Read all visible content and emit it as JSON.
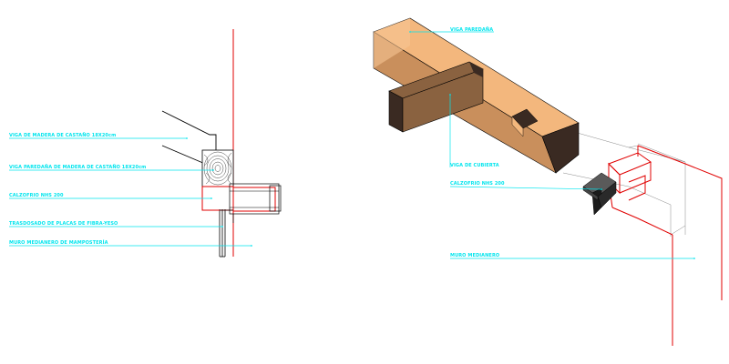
{
  "colors": {
    "annotation": "#00e5ee",
    "outline_red": "#e00000",
    "beam_light": "#f3b77d",
    "beam_mid": "#c98f5c",
    "beam_dark": "#3a2a22",
    "purlin_face": "#8a6240",
    "wood_grain": "#444444",
    "steel_dark": "#2a2a2a",
    "line_black": "#000000"
  },
  "section_view": {
    "labels": {
      "chestnut_beam": "VIGA DE MADERA DE CASTAÑO 18X20cm",
      "wall_plate": "VIGA PAREDAÑA DE MADERA DE CASTAÑO 18X20cm",
      "angle_support": "CALZOFRIO NHS 200",
      "fiber_board": "TRASDOSADO DE PLACAS DE FIBRA-YESO",
      "masonry_wall": "MURO MEDIANERO DE MAMPOSTERÍA"
    }
  },
  "isometric_view": {
    "labels": {
      "wall_plate": "VIGA PAREDAÑA",
      "roof_beam": "VIGA DE CUBIERTA",
      "angle_support": "CALZOFRIO NHS 200",
      "party_wall": "MURO MEDIANERO"
    }
  }
}
